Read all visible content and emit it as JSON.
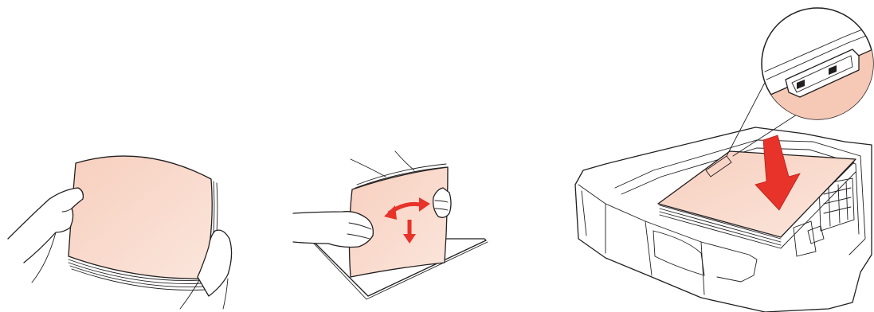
{
  "figure": {
    "panels": [
      {
        "id": "fan-paper",
        "icon": "hands-fanning-paper-stack-icon"
      },
      {
        "id": "flex-stack",
        "icon": "hands-flexing-paper-stack-icon"
      },
      {
        "id": "load-tray",
        "icon": "paper-tray-loading-icon"
      }
    ]
  },
  "colors": {
    "paper": "#f6c8b6",
    "paper_light": "#fbe3d8",
    "arrow": "#e7332a",
    "outline": "#231f20",
    "tray": "#ffffff"
  }
}
